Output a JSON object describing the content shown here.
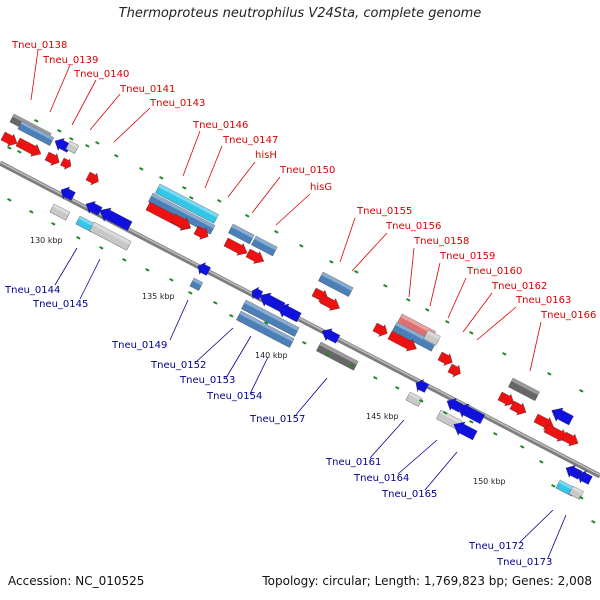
{
  "title": "Thermoproteus neutrophilus V24Sta, complete genome",
  "accession": "Accession: NC_010525",
  "topology": "Topology: circular; Length: 1,769,823 bp; Genes: 2,008",
  "colors": {
    "forward": "#ee1111",
    "reverse": "#1111dd",
    "feature_blue": "#4a7fb8",
    "feature_gray": "#666666",
    "feature_light": "#c8c8c8",
    "feature_cyan": "#33c6e8",
    "feature_pink": "#e07070",
    "axis": "#8c8c8c"
  },
  "kbp_ticks": [
    "130 kbp",
    "135 kbp",
    "140 kbp",
    "145 kbp",
    "150 kbp"
  ],
  "top_labels": [
    "Tneu_0138",
    "Tneu_0139",
    "Tneu_0140",
    "Tneu_0141",
    "Tneu_0143",
    "Tneu_0146",
    "Tneu_0147",
    "hisH",
    "Tneu_0150",
    "hisG",
    "Tneu_0155",
    "Tneu_0156",
    "Tneu_0158",
    "Tneu_0159",
    "Tneu_0160",
    "Tneu_0162",
    "Tneu_0163",
    "Tneu_0166"
  ],
  "bottom_labels": [
    "Tneu_0144",
    "Tneu_0145",
    "Tneu_0149",
    "Tneu_0152",
    "Tneu_0153",
    "Tneu_0154",
    "Tneu_0157",
    "Tneu_0161",
    "Tneu_0164",
    "Tneu_0165",
    "Tneu_0172",
    "Tneu_0173"
  ]
}
